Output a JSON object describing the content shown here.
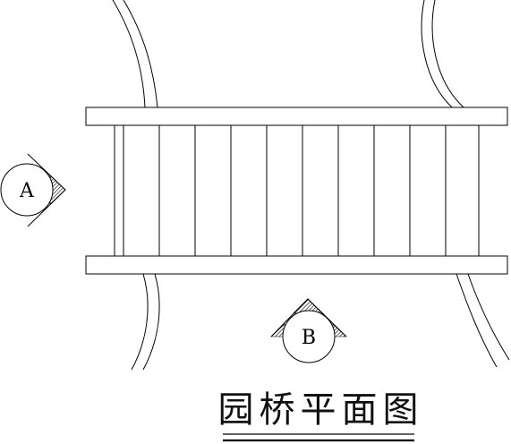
{
  "drawing": {
    "title": "园桥平面图",
    "section_marks": [
      {
        "label": "A"
      },
      {
        "label": "B"
      }
    ],
    "colors": {
      "line": "#000000",
      "background": "#ffffff"
    }
  }
}
